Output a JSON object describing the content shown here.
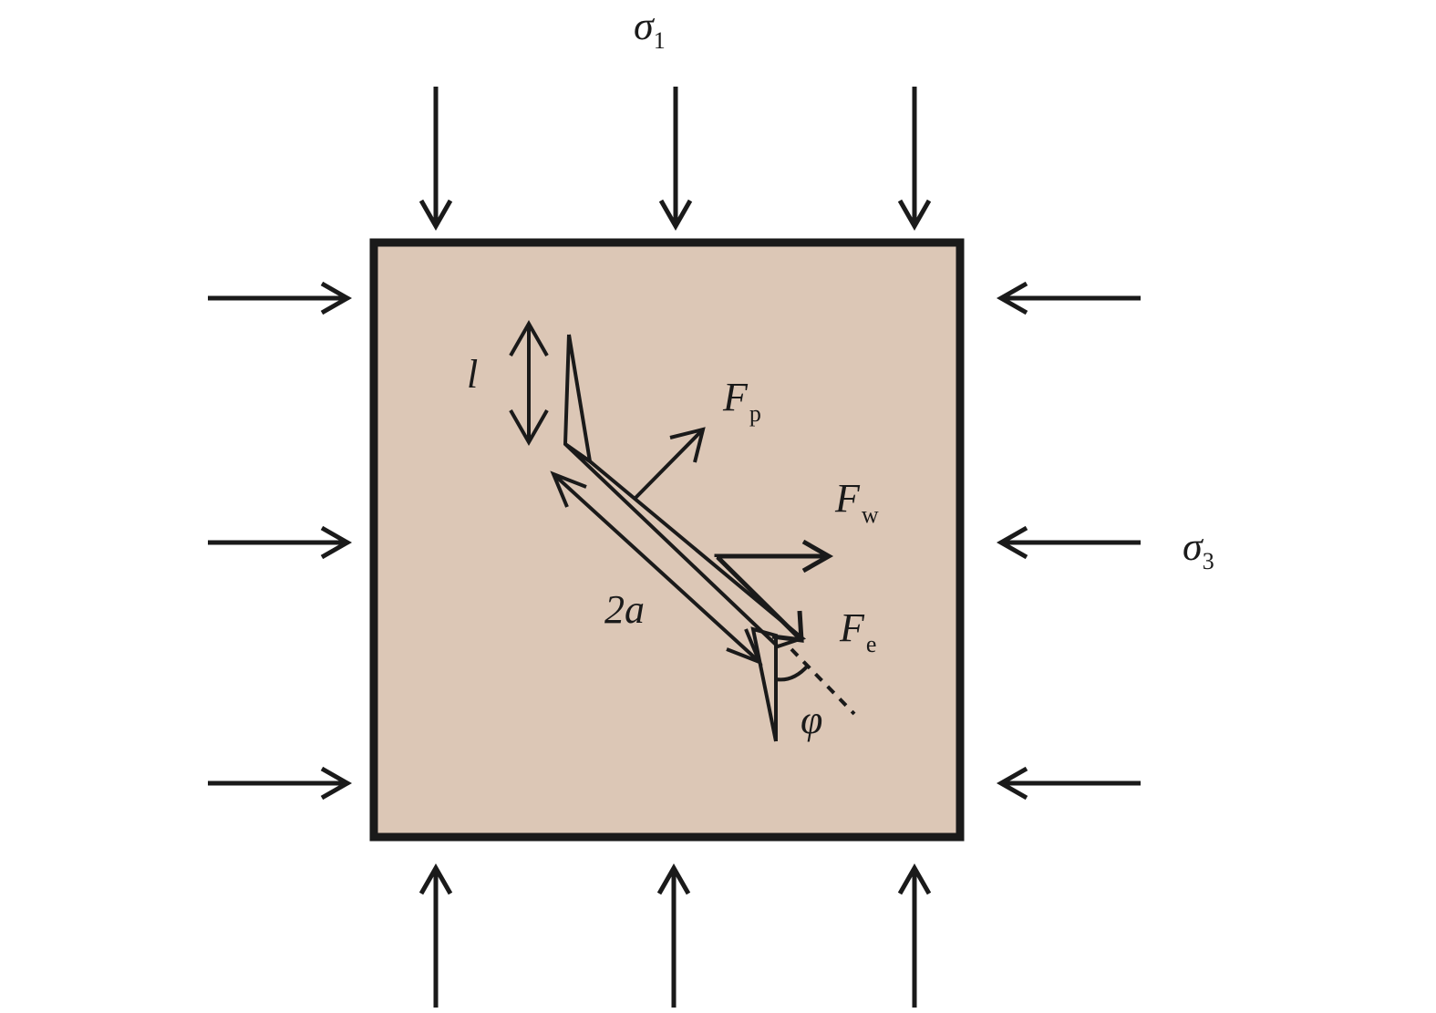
{
  "colors": {
    "specimen_fill": "#dcc7b6",
    "ink": "#1a1a1a",
    "background": "#ffffff"
  },
  "labels": {
    "sigma1": {
      "symbol": "σ",
      "sub": "1"
    },
    "sigma3": {
      "symbol": "σ",
      "sub": "3"
    },
    "length": "l",
    "crack_length": "2a",
    "force_p": {
      "symbol": "F",
      "sub": "p"
    },
    "force_w": {
      "symbol": "F",
      "sub": "w"
    },
    "force_e": {
      "symbol": "F",
      "sub": "e"
    },
    "angle": "φ"
  }
}
